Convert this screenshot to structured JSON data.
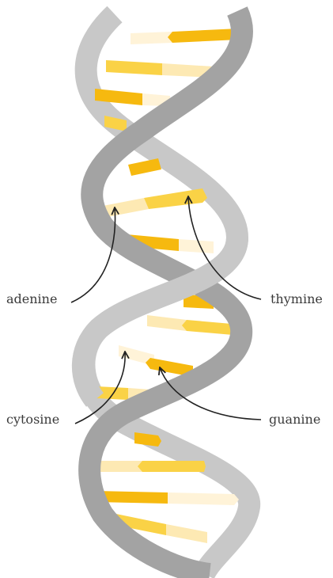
{
  "labels": {
    "adenine": "adenine",
    "thymine": "thymine",
    "cytosine": "cytosine",
    "guanine": "guanine"
  },
  "colors": {
    "strand_light": "#c8c8c8",
    "strand_dark": "#a3a3a3",
    "base_gold": "#f6b90f",
    "base_yellow": "#fad246",
    "base_cream": "#fde9b3",
    "base_pale": "#fff3d8",
    "pointer": "#222222",
    "text": "#3a3a3a"
  }
}
